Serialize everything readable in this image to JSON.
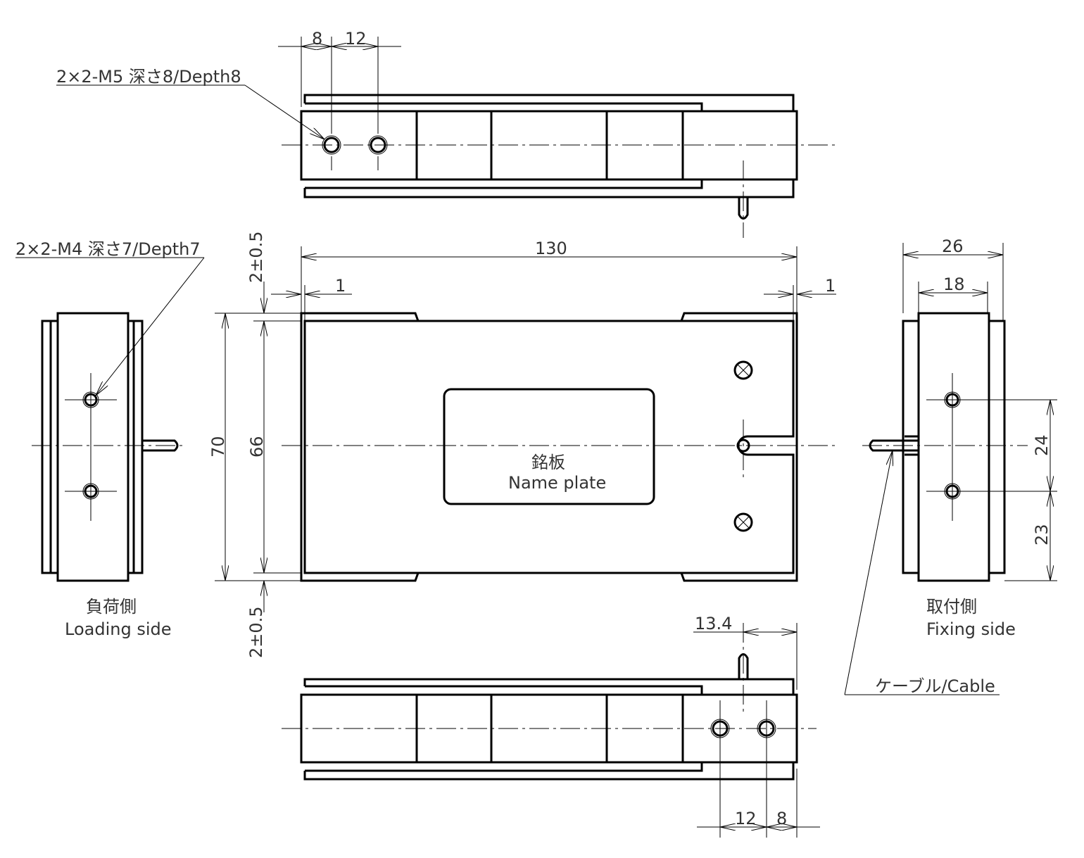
{
  "labels": {
    "top_hole_note": "2×2-M5 深さ8/Depth8",
    "side_hole_note": "2×2-M4 深さ7/Depth7",
    "name_plate_jp": "銘板",
    "name_plate_en": "Name plate",
    "loading_side_jp": "負荷側",
    "loading_side_en": "Loading side",
    "fixing_side_jp": "取付側",
    "fixing_side_en": "Fixing side",
    "cable": "ケーブル/Cable"
  },
  "dimensions": {
    "top_hole_offset": "8",
    "top_hole_pitch": "12",
    "length": "130",
    "left_margin": "1",
    "right_margin": "1",
    "height_outer": "70",
    "height_inner": "66",
    "clearance_top": "2±0.5",
    "clearance_bottom": "2±0.5",
    "width_outer": "26",
    "width_inner": "18",
    "hole_pitch_vertical": "24",
    "hole_offset_vertical": "23",
    "cable_offset": "13.4",
    "bottom_hole_pitch": "12",
    "bottom_hole_offset": "8"
  }
}
